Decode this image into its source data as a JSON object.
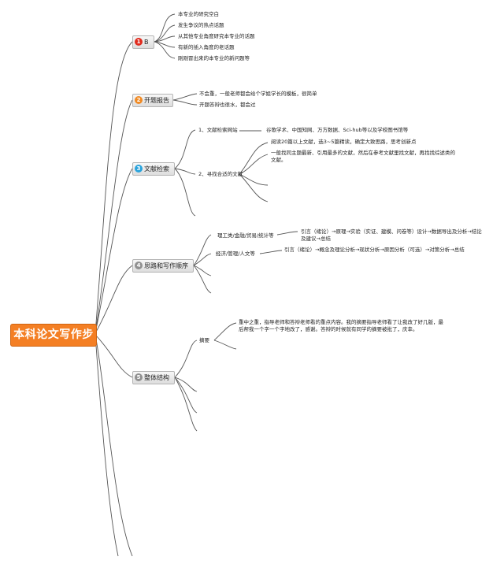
{
  "root": {
    "label": "本科论文写作步骤"
  },
  "branches": [
    {
      "num": "1",
      "color": "#e02b1e",
      "label": "B"
    },
    {
      "num": "2",
      "color": "#f08a24",
      "label": "开题报告"
    },
    {
      "num": "3",
      "color": "#29a3dc",
      "label": "文献检索"
    },
    {
      "num": "4",
      "color": "#909090",
      "label": "思路和写作顺序"
    },
    {
      "num": "5",
      "color": "#909090",
      "label": "整体结构"
    }
  ],
  "b1_items": [
    "本专业的研究空白",
    "发生争议的热点话题",
    "从其他专业角度研究本专业的话题",
    "有新的插入角度的老话题",
    "刚刚冒出来的本专业的新问题等"
  ],
  "b2_items": [
    "不会重，一般老师都会给个学姐学长的模板，很简单",
    "开题答辩也很水，都会过"
  ],
  "b3": {
    "sub1": "1、文献检索网站",
    "sub1_detail": "谷歌学术、中国知网、万方数据、Sci-hub等以及学校图书馆等",
    "sub2": "2、寻找合适的文献",
    "sub2_d1": "阅读20篇以上文献，选3~5篇精读，确定大致思路，思考创新点",
    "sub2_d2": "一般找同主题最新、引用最多的文献，然后在参考文献里找文献，再找找综述类的文献。"
  },
  "b4": {
    "sub1": "理工类/金融/贸易/统计等",
    "sub1_detail": "引言（绪论）→原理→实验（实证、建模、问卷等）设计→数据导出及分析→结论及建议→总结",
    "sub2": "经济/管理/人文等",
    "sub2_detail": "引言（绪论）→概念及理论分析→现状分析→原因分析（可选）→对策分析→总结"
  },
  "b5": {
    "sub1": "摘要",
    "sub1_detail": "重中之重，指导老师和答辩老师看的重点内容。我的摘要指导老师看了让我改了好几版，最后帮我一个字一个字地改了，感谢。答辩的时候就有同学的摘要被批了，庆幸。"
  },
  "colors": {
    "root": "#f47f24",
    "lines": "#555555"
  }
}
